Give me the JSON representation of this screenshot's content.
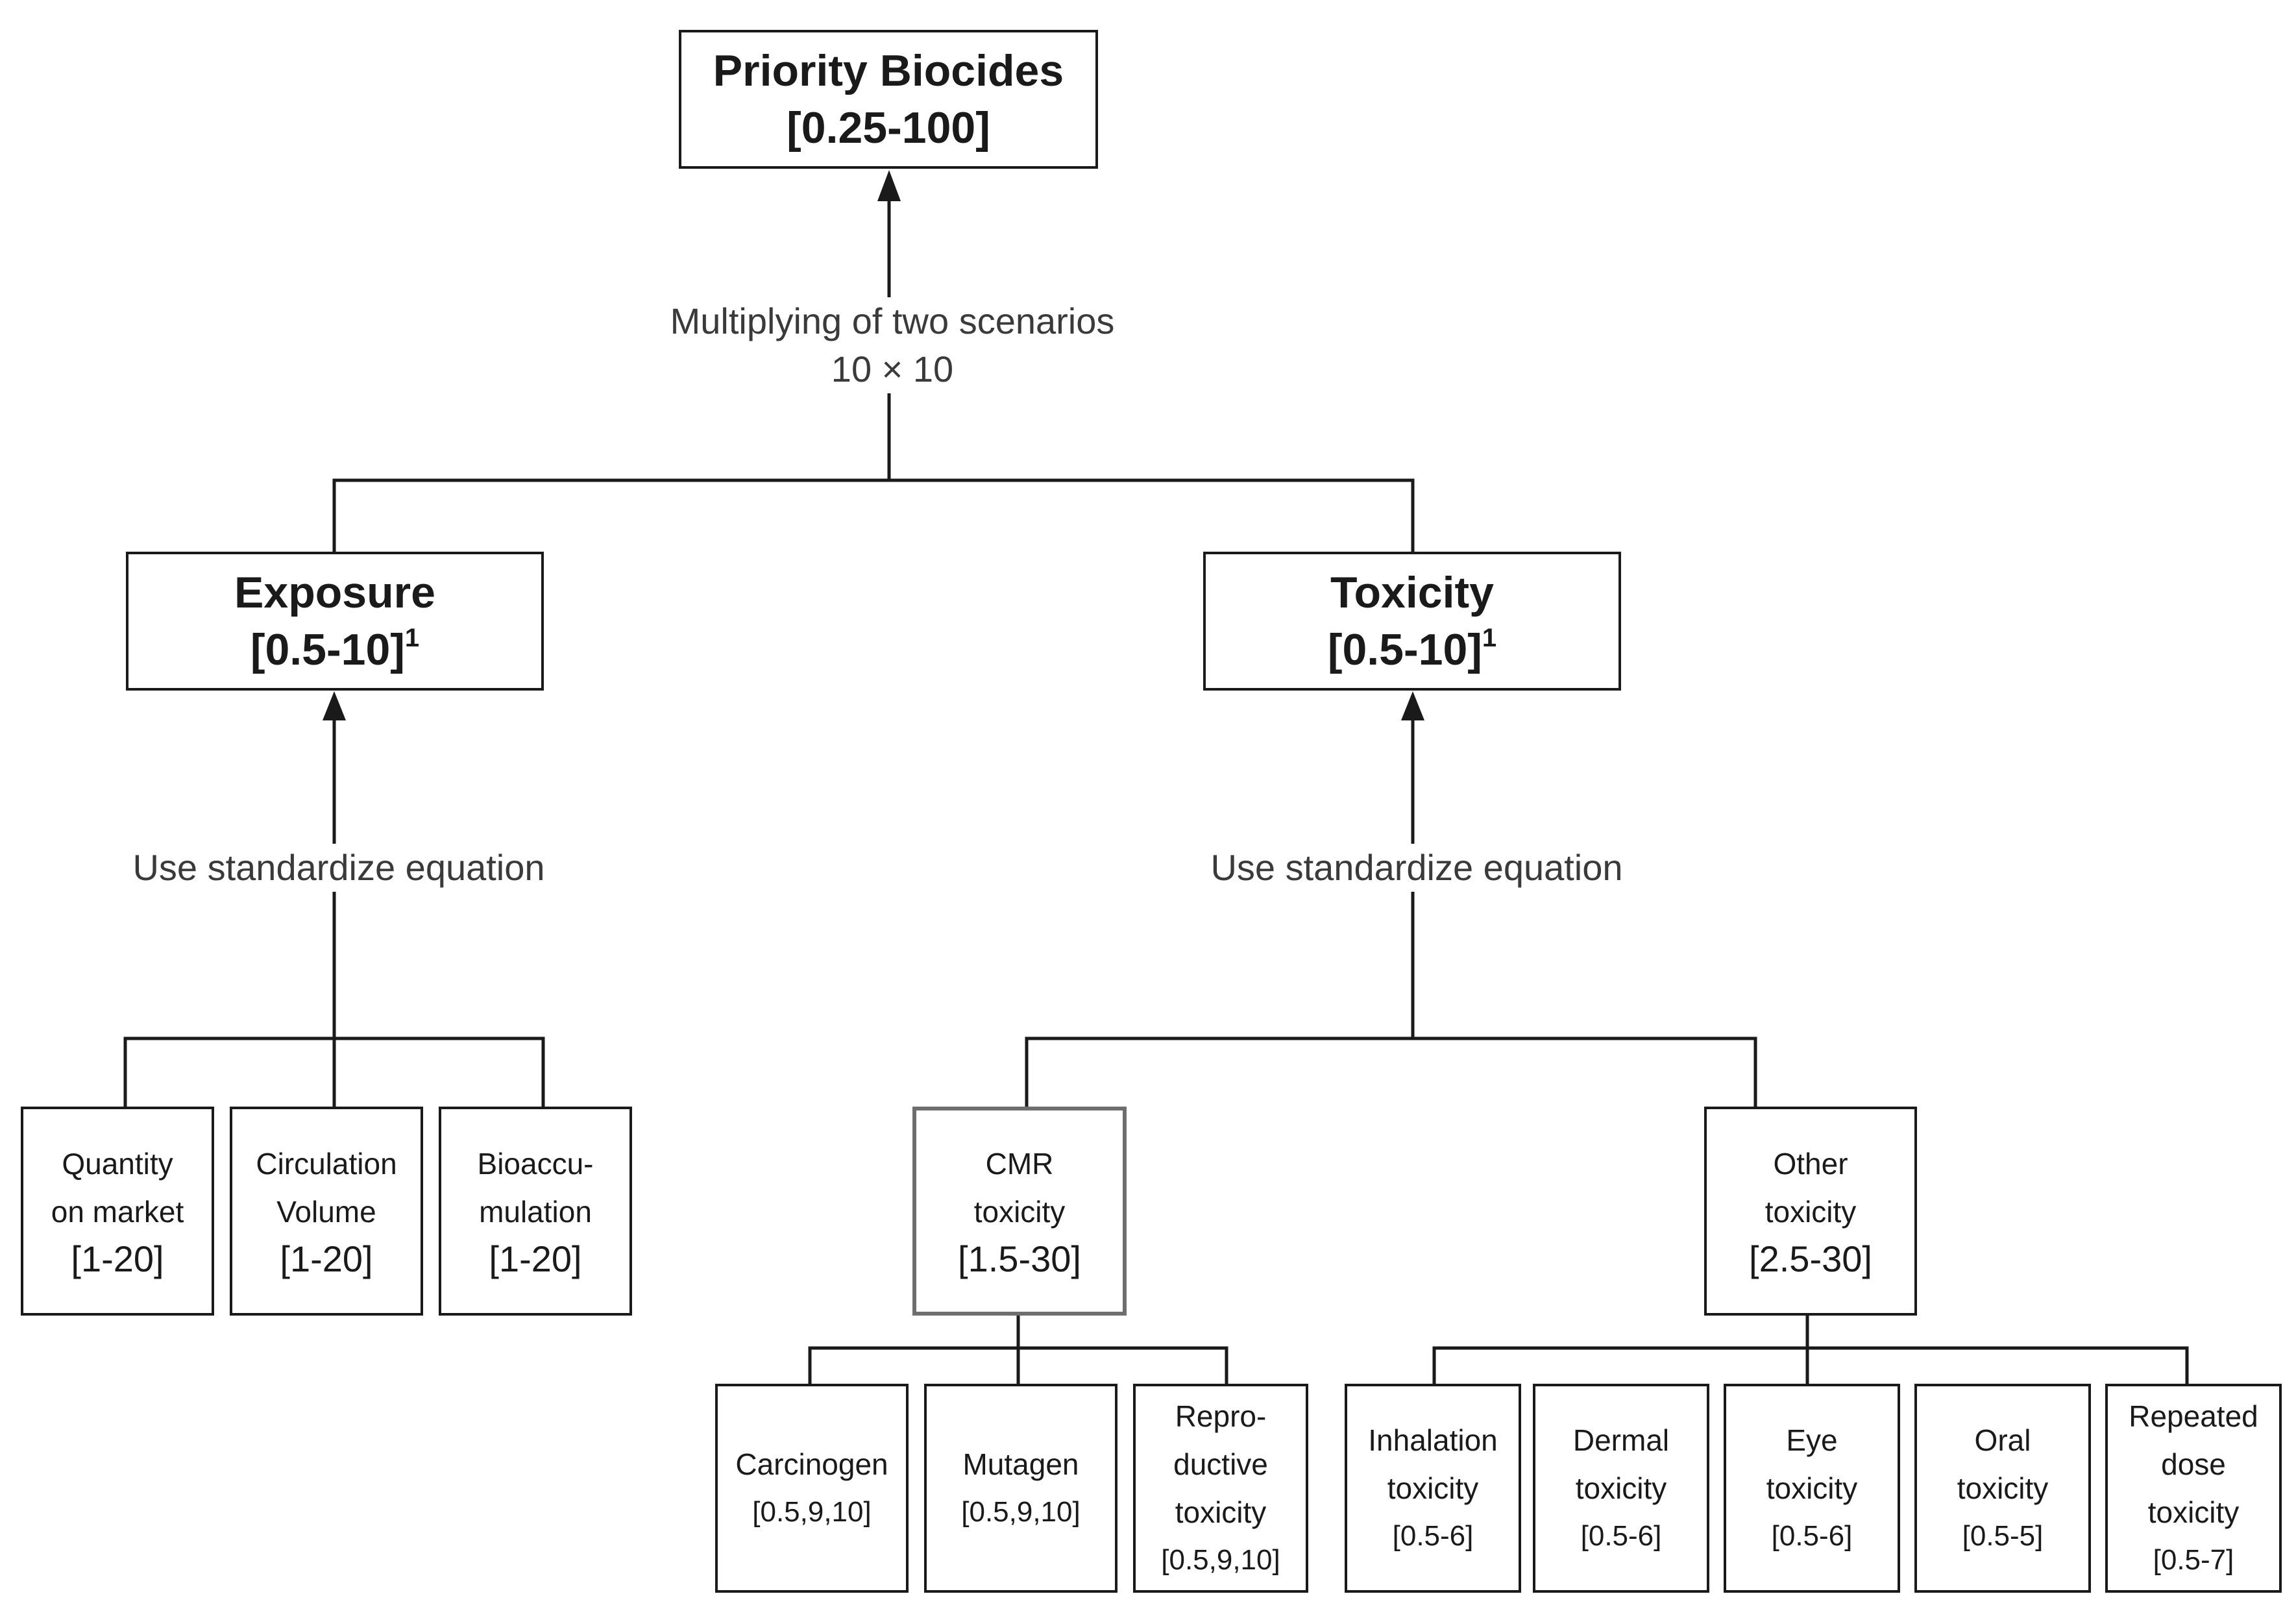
{
  "top": {
    "title": "Priority Biocides",
    "range": "[0.25-100]"
  },
  "top_edge": {
    "line1": "Multiplying of two scenarios",
    "line2": "10 × 10"
  },
  "exposure": {
    "title": "Exposure",
    "range": "[0.5-10]",
    "sup": "1"
  },
  "toxicity": {
    "title": "Toxicity",
    "range": "[0.5-10]",
    "sup": "1"
  },
  "exposure_edge": "Use standardize equation",
  "toxicity_edge": "Use standardize equation",
  "exposure_children": [
    {
      "lines": [
        "Quantity",
        "on market"
      ],
      "range": "[1-20]"
    },
    {
      "lines": [
        "Circulation",
        "Volume"
      ],
      "range": "[1-20]"
    },
    {
      "lines": [
        "Bioaccu-",
        "mulation"
      ],
      "range": "[1-20]"
    }
  ],
  "cmr": {
    "lines": [
      "CMR",
      "toxicity"
    ],
    "range": "[1.5-30]"
  },
  "other": {
    "lines": [
      "Other",
      "toxicity"
    ],
    "range": "[2.5-30]"
  },
  "cmr_children": [
    {
      "lines": [
        "Carcinogen"
      ],
      "range": "[0.5,9,10]"
    },
    {
      "lines": [
        "Mutagen"
      ],
      "range": "[0.5,9,10]"
    },
    {
      "lines": [
        "Repro-",
        "ductive",
        "toxicity"
      ],
      "range": "[0.5,9,10]"
    }
  ],
  "other_children": [
    {
      "lines": [
        "Inhalation",
        "toxicity"
      ],
      "range": "[0.5-6]"
    },
    {
      "lines": [
        "Dermal",
        "toxicity"
      ],
      "range": "[0.5-6]"
    },
    {
      "lines": [
        "Eye",
        "toxicity"
      ],
      "range": "[0.5-6]"
    },
    {
      "lines": [
        "Oral",
        "toxicity"
      ],
      "range": "[0.5-5]"
    },
    {
      "lines": [
        "Repeated",
        "dose",
        "toxicity"
      ],
      "range": "[0.5-7]"
    }
  ]
}
